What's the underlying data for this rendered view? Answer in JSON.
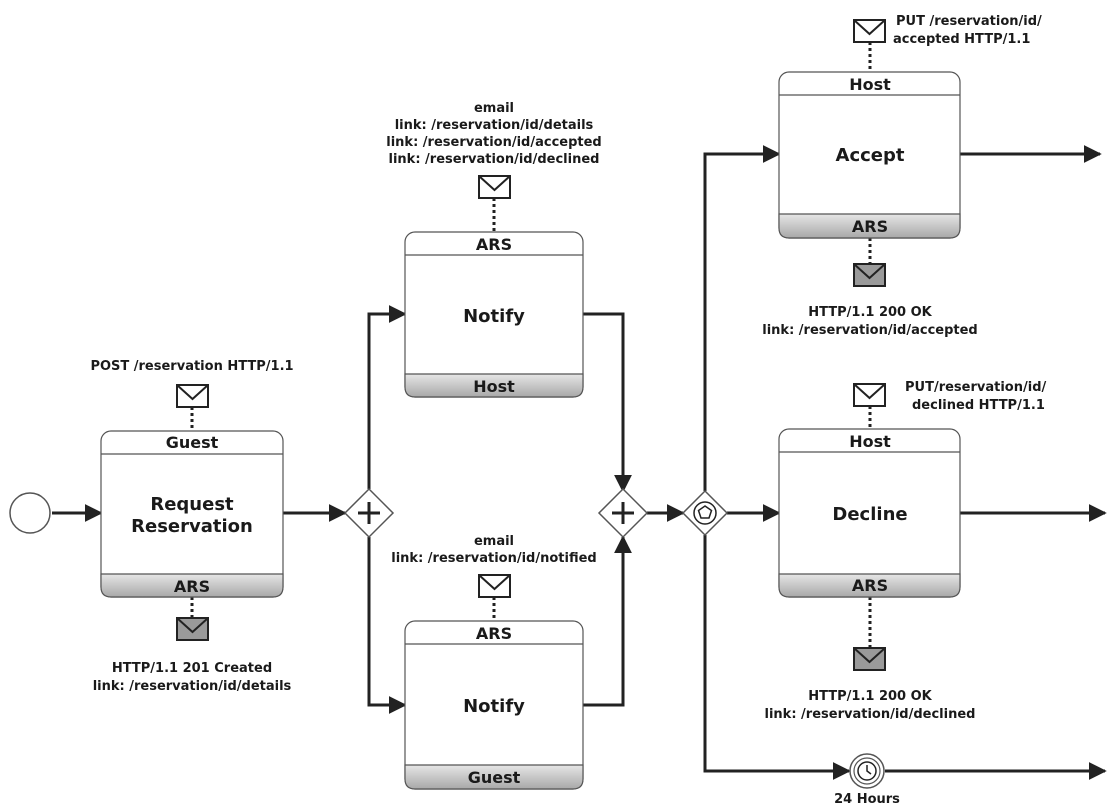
{
  "tasks": {
    "request": {
      "line1": "Request",
      "line2": "Reservation",
      "top_role": "Guest",
      "bottom_role": "ARS"
    },
    "notify_host": {
      "label": "Notify",
      "top_role": "ARS",
      "bottom_role": "Host"
    },
    "notify_guest": {
      "label": "Notify",
      "top_role": "ARS",
      "bottom_role": "Guest"
    },
    "accept": {
      "label": "Accept",
      "top_role": "Host",
      "bottom_role": "ARS"
    },
    "decline": {
      "label": "Decline",
      "top_role": "Host",
      "bottom_role": "ARS"
    }
  },
  "messages": {
    "request_in": "POST /reservation HTTP/1.1",
    "request_out": [
      "HTTP/1.1 201 Created",
      "link: /reservation/id/details"
    ],
    "notify_host": [
      "email",
      "link: /reservation/id/details",
      "link: /reservation/id/accepted",
      "link: /reservation/id/declined"
    ],
    "notify_guest": [
      "email",
      "link: /reservation/id/notified"
    ],
    "accept_in": [
      "PUT /reservation/id/",
      "accepted HTTP/1.1"
    ],
    "accept_out": [
      "HTTP/1.1 200 OK",
      "link: /reservation/id/accepted"
    ],
    "decline_in": [
      "PUT/reservation/id/",
      "declined HTTP/1.1"
    ],
    "decline_out": [
      "HTTP/1.1 200 OK",
      "link: /reservation/id/declined"
    ]
  },
  "timer": {
    "label": "24 Hours"
  },
  "colors": {
    "line": "#222222",
    "band_fill": "#bdbdbd",
    "envelope_filled": "#9a9a9a"
  }
}
